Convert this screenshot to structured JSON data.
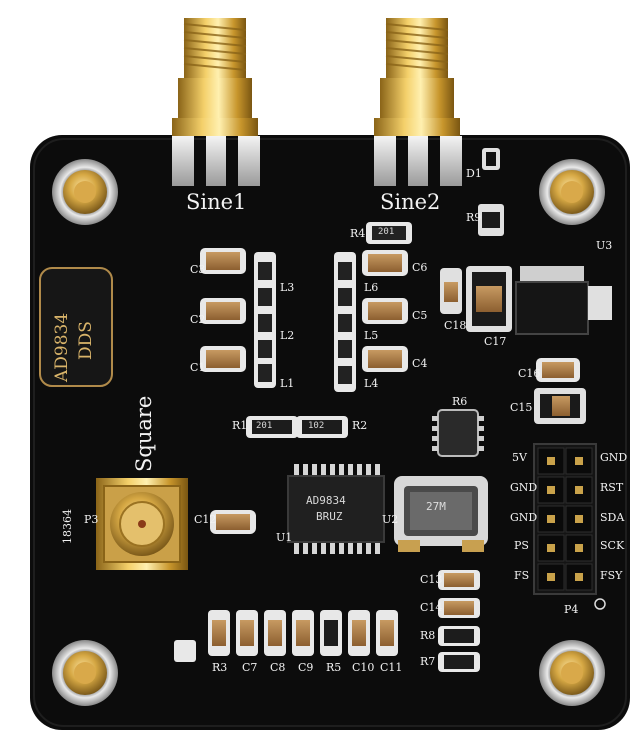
{
  "board": {
    "logo_line1": "AD9834",
    "logo_line2": "DDS",
    "sine1": "Sine1",
    "sine2": "Sine2",
    "square": "Square",
    "serial": "18364",
    "chip_main": "AD9834",
    "chip_main_sub": "BRUZ",
    "osc_code": "27M",
    "header_row1": "5V",
    "header_row1b": "GND",
    "header_row2": "GND",
    "header_row2b": "RST",
    "header_row3": "GND",
    "header_row3b": "SDA",
    "header_row4": "PS",
    "header_row4b": "SCK",
    "header_row5": "FS",
    "header_row5b": "FSY",
    "designators": {
      "C3": "C3",
      "C2": "C2",
      "C1": "C1",
      "L3": "L3",
      "L2": "L2",
      "L1": "L1",
      "R4": "R4",
      "C6": "C6",
      "C5": "C5",
      "C4": "C4",
      "L6": "L6",
      "L5": "L5",
      "L4": "L4",
      "R1": "R1",
      "R2": "R2",
      "R6": "R6",
      "R9": "R9",
      "D1": "D1",
      "U3": "U3",
      "C18": "C18",
      "C17": "C17",
      "C16": "C16",
      "C15": "C15",
      "U1": "U1",
      "U2": "U2",
      "P3": "P3",
      "C12": "C12",
      "C13": "C13",
      "C14": "C14",
      "R8": "R8",
      "R7": "R7",
      "P4": "P4",
      "R3": "R3",
      "C7": "C7",
      "C8": "C8",
      "C9": "C9",
      "R5": "R5",
      "C10": "C10",
      "C11": "C11"
    },
    "resistor_marks": {
      "r1": "201",
      "r2": "102",
      "r4": "201"
    }
  }
}
